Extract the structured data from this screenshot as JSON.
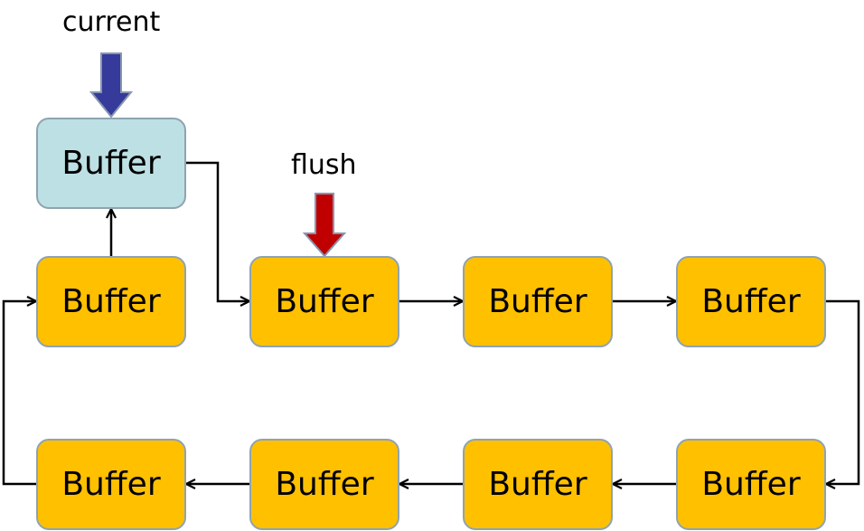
{
  "labels": {
    "current": "current",
    "flush": "flush"
  },
  "buffers": [
    {
      "text": "Buffer",
      "role": "current"
    },
    {
      "text": "Buffer"
    },
    {
      "text": "Buffer",
      "role": "flush"
    },
    {
      "text": "Buffer"
    },
    {
      "text": "Buffer"
    },
    {
      "text": "Buffer"
    },
    {
      "text": "Buffer"
    },
    {
      "text": "Buffer"
    },
    {
      "text": "Buffer"
    }
  ],
  "colors": {
    "current_fill": "#bde0e4",
    "buffer_fill": "#ffc000",
    "current_arrow": "#353a9b",
    "flush_arrow": "#c00000"
  }
}
